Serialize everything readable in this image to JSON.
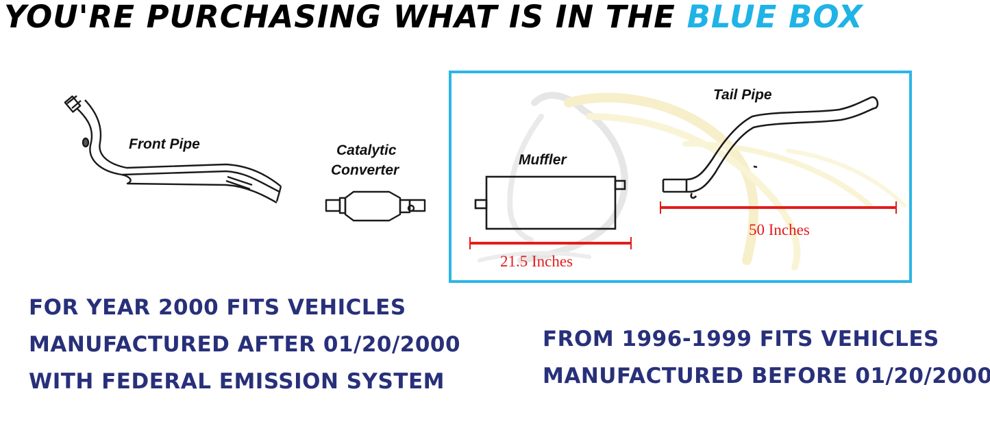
{
  "headline": {
    "prefix": "YOU'RE PURCHASING WHAT IS IN THE",
    "accent": "BLUE BOX",
    "accent_color": "#1fb3e6"
  },
  "parts": {
    "front_pipe": "Front Pipe",
    "catalytic_line1": "Catalytic",
    "catalytic_line2": "Converter",
    "muffler": "Muffler",
    "tail_pipe": "Tail Pipe"
  },
  "measurements": {
    "muffler_length": "21.5 Inches",
    "tail_pipe_length": "50 Inches",
    "line_color": "#e41b1b"
  },
  "blue_box_color": "#2bb6e6",
  "fitment": {
    "left": [
      "FOR YEAR 2000 FITS VEHICLES",
      "MANUFACTURED AFTER 01/20/2000",
      "WITH FEDERAL EMISSION SYSTEM"
    ],
    "right": [
      "FROM 1996-1999 FITS VEHICLES",
      "MANUFACTURED BEFORE 01/20/2000"
    ],
    "text_color": "#28307a"
  }
}
